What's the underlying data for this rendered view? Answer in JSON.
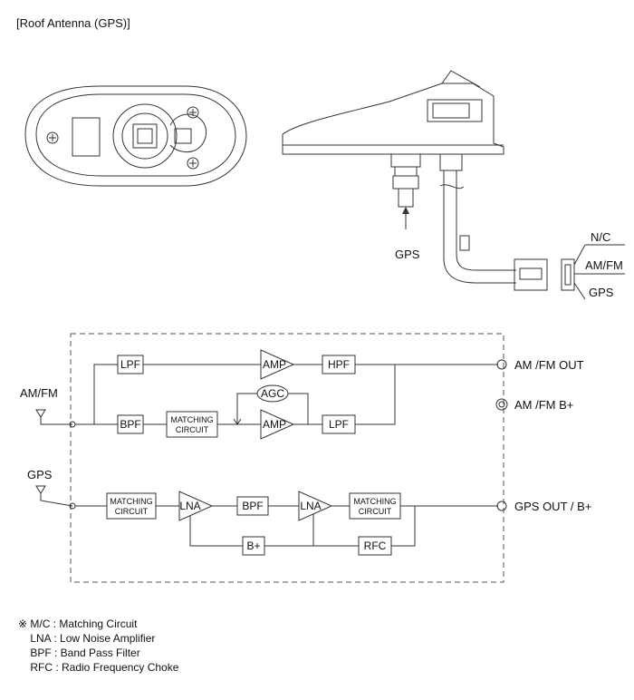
{
  "title": "[Roof Antenna (GPS)]",
  "drawing_labels": {
    "gps_connector": "GPS",
    "nc": "N/C",
    "amfm": "AM/FM",
    "gps_pin": "GPS"
  },
  "schematic": {
    "input_amfm": "AM/FM",
    "input_gps": "GPS",
    "out_amfm": "AM /FM OUT",
    "out_amfm_b": "AM /FM B+",
    "out_gps": "GPS OUT / B+",
    "lpf_top": "LPF",
    "amp_top": "AMP",
    "hpf": "HPF",
    "agc": "AGC",
    "bpf_fm": "BPF",
    "matching_1": "MATCHING",
    "circuit_1": "CIRCUIT",
    "amp_bottom": "AMP",
    "lpf_bottom": "LPF",
    "matching_2": "MATCHING",
    "circuit_2": "CIRCUIT",
    "lna_1": "LNA",
    "bpf_gps": "BPF",
    "lna_2": "LNA",
    "matching_3": "MATCHING",
    "circuit_3": "CIRCUIT",
    "bplus": "B+",
    "rfc": "RFC"
  },
  "legend": [
    "※ M/C : Matching Circuit",
    "    LNA : Low Noise Amplifier",
    "    BPF : Band Pass Filter",
    "    RFC : Radio Frequency Choke"
  ]
}
